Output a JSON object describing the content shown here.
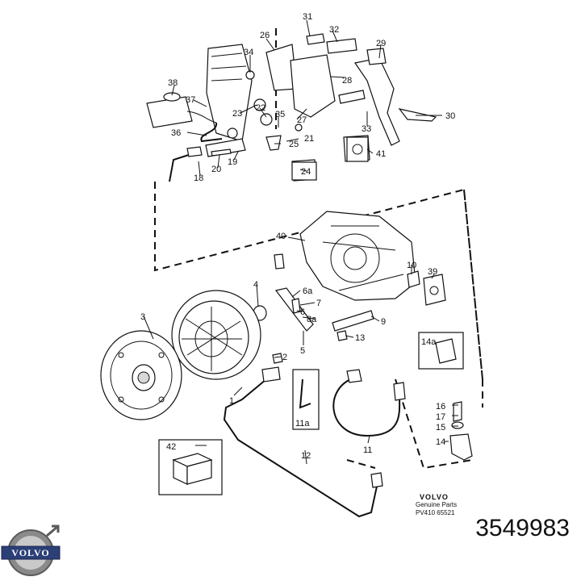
{
  "diagram": {
    "callouts": [
      "31",
      "32",
      "26",
      "34",
      "29",
      "38",
      "28",
      "37",
      "23",
      "22",
      "35",
      "27",
      "36",
      "33",
      "30",
      "21",
      "25",
      "19",
      "20",
      "18",
      "41",
      "24",
      "40",
      "10",
      "39",
      "4",
      "6a",
      "7",
      "6",
      "8a",
      "9",
      "3",
      "5",
      "13",
      "2",
      "14a",
      "1",
      "11a",
      "16",
      "17",
      "15",
      "11",
      "14",
      "42",
      "12"
    ],
    "brand_label": {
      "brand": "VOLVO",
      "line1": "Genuine Parts",
      "line2": "PV410 65521"
    },
    "corner_logo": "VOLVO",
    "part_number": "3549983"
  }
}
